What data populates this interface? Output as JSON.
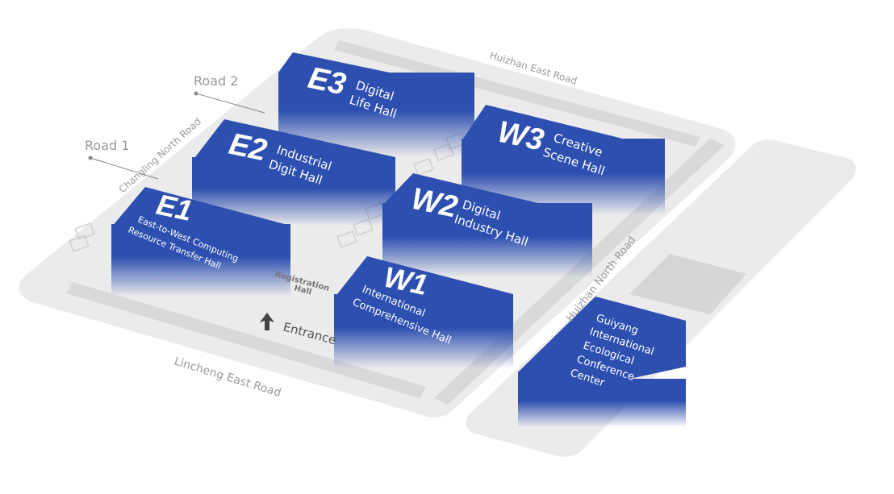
{
  "roads": {
    "huizhan_east": "Huizhan East  Road",
    "changling_north": "Changling North Road",
    "lincheng_east": "Lincheng East Road",
    "huizhan_north": "Huizhan North Road",
    "road1": "Road 1",
    "road2": "Road 2"
  },
  "halls": {
    "e3": {
      "code": "E3",
      "line1": "Digital",
      "line2": "Life Hall"
    },
    "e2": {
      "code": "E2",
      "line1": "Industrial",
      "line2": "Digit Hall"
    },
    "e1": {
      "code": "E1",
      "line1": "East-to-West Computing",
      "line2": "Resource Transfer Hall"
    },
    "w3": {
      "code": "W3",
      "line1": "Creative",
      "line2": "Scene Hall"
    },
    "w2": {
      "code": "W2",
      "line1": "Digital",
      "line2": "Industry Hall"
    },
    "w1": {
      "code": "W1",
      "line1": "International",
      "line2": "Comprehensive Hall"
    },
    "guiyang": {
      "line1": "Guiyang",
      "line2": "International",
      "line3": "Ecological",
      "line4": "Conference",
      "line5": "Center"
    }
  },
  "registration": {
    "line1": "Registration",
    "line2": "Hall"
  },
  "entrance": "Entrance",
  "colors": {
    "hall": "#2d4fb0",
    "ground": "#ececec",
    "road_band": "#d8d8d8",
    "label": "#9a9a9a"
  },
  "icons": {
    "entrance_arrow": "arrow-up-icon"
  }
}
